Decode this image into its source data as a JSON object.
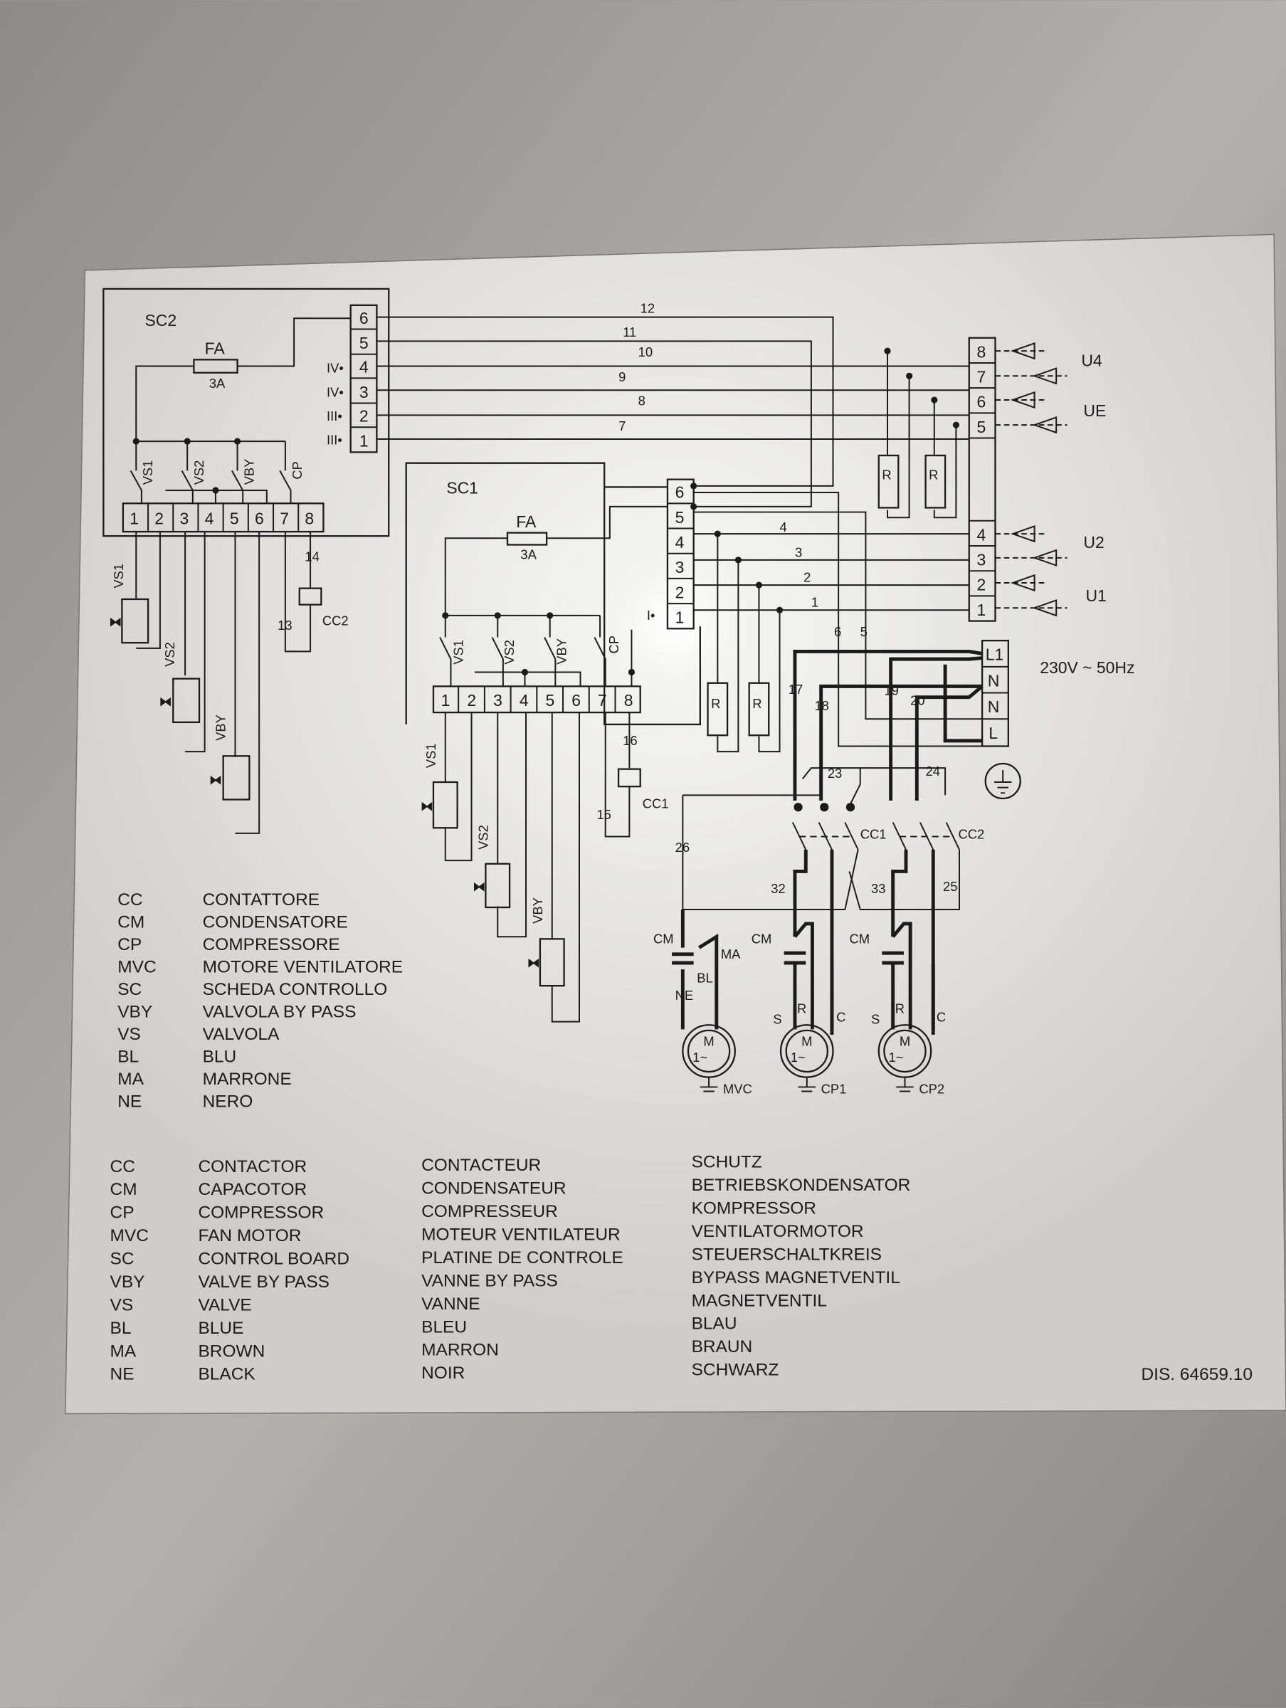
{
  "sc2": {
    "title": "SC2",
    "fuse": "FA",
    "fuse_rating": "3A",
    "terminals": [
      "6",
      "5",
      "4",
      "3",
      "2",
      "1"
    ],
    "roman": [
      "IV•",
      "IV•",
      "III•",
      "III•"
    ],
    "strip": [
      "1",
      "2",
      "3",
      "4",
      "5",
      "6",
      "7",
      "8"
    ],
    "switches": [
      "VS1",
      "VS2",
      "VBY",
      "CP"
    ],
    "coils": [
      "VS1",
      "VS2",
      "VBY"
    ],
    "cc": "CC2",
    "wire_a": "14",
    "wire_b": "13"
  },
  "sc1": {
    "title": "SC1",
    "fuse": "FA",
    "fuse_rating": "3A",
    "terminals": [
      "6",
      "5",
      "4",
      "3",
      "2",
      "1"
    ],
    "roman": [
      "I•"
    ],
    "strip": [
      "1",
      "2",
      "3",
      "4",
      "5",
      "6",
      "7",
      "8"
    ],
    "switches": [
      "VS1",
      "VS2",
      "VBY",
      "CP"
    ],
    "coils": [
      "VS1",
      "VS2",
      "VBY"
    ],
    "cc": "CC1",
    "wire_a": "16",
    "wire_b": "15"
  },
  "wires": {
    "top": [
      "12",
      "11",
      "10",
      "9",
      "8",
      "7"
    ],
    "mid": [
      "4",
      "3",
      "2",
      "1"
    ],
    "power": [
      "6",
      "5",
      "17",
      "18",
      "19",
      "20",
      "23",
      "24",
      "26",
      "32",
      "33",
      "25"
    ]
  },
  "ext_terminals": {
    "upper": [
      "8",
      "7",
      "6",
      "5"
    ],
    "lower": [
      "4",
      "3",
      "2",
      "1"
    ],
    "labels": [
      "U4",
      "UE",
      "U2",
      "U1"
    ],
    "resistor": "R"
  },
  "power": {
    "label": "230V ~ 50Hz",
    "terminals": [
      "L1",
      "N",
      "N",
      "L"
    ]
  },
  "contactors": [
    "CC1",
    "CC2"
  ],
  "motors": {
    "cm": "CM",
    "ma": "MA",
    "bl": "BL",
    "ne": "NE",
    "s": "S",
    "r": "R",
    "c": "C",
    "m": "M",
    "phase": "1~",
    "names": [
      "MVC",
      "CP1",
      "CP2"
    ]
  },
  "legend_it": [
    {
      "code": "CC",
      "text": "CONTATTORE"
    },
    {
      "code": "CM",
      "text": "CONDENSATORE"
    },
    {
      "code": "CP",
      "text": "COMPRESSORE"
    },
    {
      "code": "MVC",
      "text": "MOTORE VENTILATORE"
    },
    {
      "code": "SC",
      "text": "SCHEDA CONTROLLO"
    },
    {
      "code": "VBY",
      "text": "VALVOLA BY PASS"
    },
    {
      "code": "VS",
      "text": "VALVOLA"
    },
    {
      "code": "BL",
      "text": "BLU"
    },
    {
      "code": "MA",
      "text": "MARRONE"
    },
    {
      "code": "NE",
      "text": "NERO"
    }
  ],
  "legend_multi": [
    {
      "code": "CC",
      "en": "CONTACTOR",
      "fr": "CONTACTEUR",
      "de": "SCHUTZ"
    },
    {
      "code": "CM",
      "en": "CAPACOTOR",
      "fr": "CONDENSATEUR",
      "de": "BETRIEBSKONDENSATOR"
    },
    {
      "code": "CP",
      "en": "COMPRESSOR",
      "fr": "COMPRESSEUR",
      "de": "KOMPRESSOR"
    },
    {
      "code": "MVC",
      "en": "FAN MOTOR",
      "fr": "MOTEUR VENTILATEUR",
      "de": "VENTILATORMOTOR"
    },
    {
      "code": "SC",
      "en": "CONTROL BOARD",
      "fr": "PLATINE DE CONTROLE",
      "de": "STEUERSCHALTKREIS"
    },
    {
      "code": "VBY",
      "en": "VALVE BY PASS",
      "fr": "VANNE BY PASS",
      "de": "BYPASS MAGNETVENTIL"
    },
    {
      "code": "VS",
      "en": "VALVE",
      "fr": "VANNE",
      "de": "MAGNETVENTIL"
    },
    {
      "code": "BL",
      "en": "BLUE",
      "fr": "BLEU",
      "de": "BLAU"
    },
    {
      "code": "MA",
      "en": "BROWN",
      "fr": "MARRON",
      "de": "BRAUN"
    },
    {
      "code": "NE",
      "en": "BLACK",
      "fr": "NOIR",
      "de": "SCHWARZ"
    }
  ],
  "drawing_number": "DIS. 64659.10"
}
